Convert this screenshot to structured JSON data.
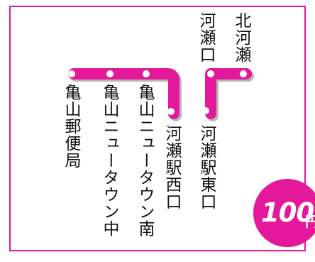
{
  "stops": {
    "kita_kawase": "北河瀬",
    "kawase_guchi": "河瀬口",
    "kawase_eki_higashiguchi": "河瀬駅東口",
    "kawase_eki_nishiguchi": "河瀬駅西口",
    "kameyama_newtown_minami": "亀山ニュータウン南",
    "kameyama_newtown_naka": "亀山ニュータウン中",
    "kameyama_yubinkyoku": "亀山郵便局"
  },
  "fare": {
    "amount": "100",
    "unit": "円"
  },
  "colors": {
    "route_line": "#e3189b",
    "frame": "#e3189b",
    "badge": "#e3189b",
    "stop_fill": "#ffffff"
  }
}
